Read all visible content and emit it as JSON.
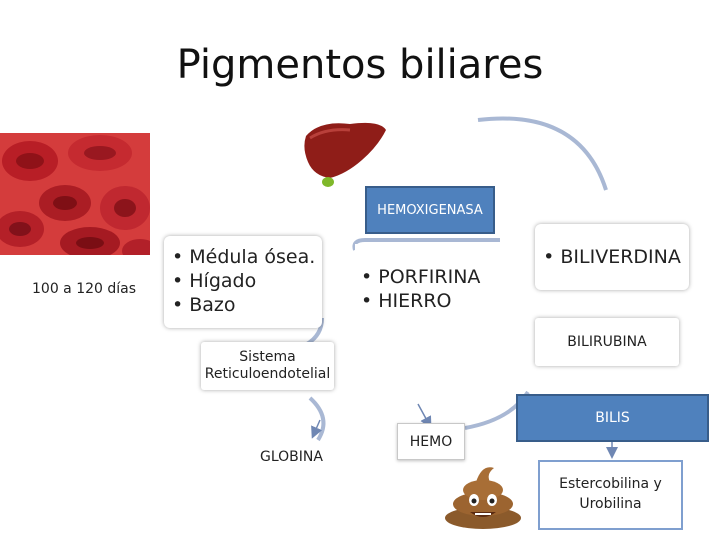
{
  "title": "Pigmentos biliares",
  "rbc_lifespan": "100 a 120 días",
  "organs": [
    "Médula ósea.",
    "Hígado",
    "Bazo"
  ],
  "system_label": "Sistema Reticuloendotelial",
  "enzyme": "HEMOXIGENASA",
  "heme_products": [
    "PORFIRINA",
    "HIERRO"
  ],
  "biliverdin": "BILIVERDINA",
  "bilirubin": "BILIRUBINA",
  "bile": "BILIS",
  "heme": "HEMO",
  "globin": "GLOBINA",
  "final_products": "Estercobilina y Urobilina",
  "colors": {
    "blue_box": "#4f81bd",
    "blue_border": "#385d8a",
    "arc": "#a9b8d4"
  }
}
